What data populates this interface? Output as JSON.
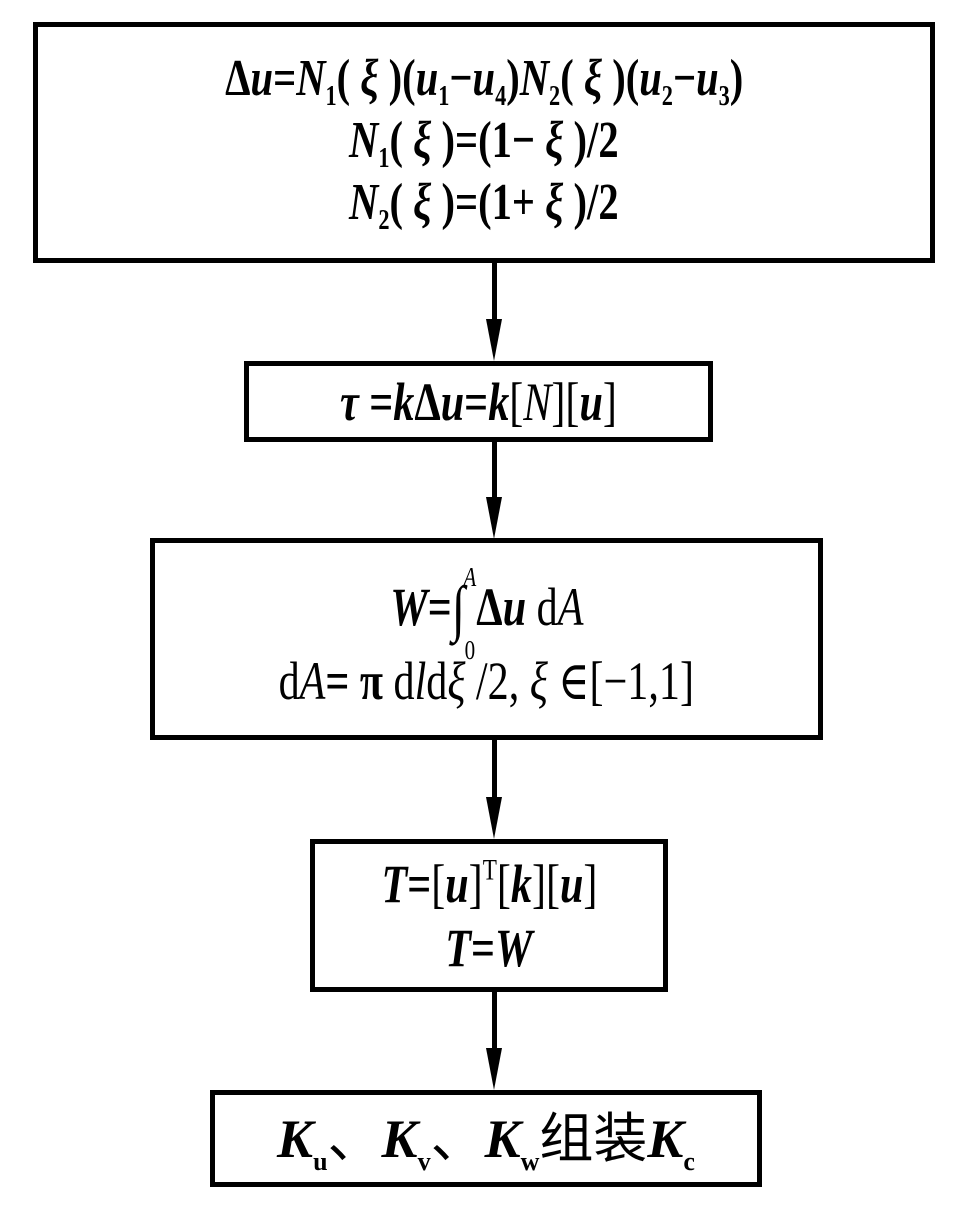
{
  "diagram": {
    "type": "flowchart",
    "direction": "top-to-bottom",
    "nodes": [
      {
        "id": "shape-functions",
        "lines": [
          "Δu=N₁(ξ)(u₁−u₄)N₂(ξ)(u₂−u₃)",
          "N₁(ξ)=(1−ξ)/2",
          "N₂(ξ)=(1+ξ)/2"
        ]
      },
      {
        "id": "shear-stress",
        "lines": [
          "τ=kΔu=k[N][u]"
        ]
      },
      {
        "id": "work",
        "lines": [
          "W=∫₀ᴬΔu dA",
          "dA=π dl dξ/2, ξ∈[−1,1]"
        ]
      },
      {
        "id": "energy",
        "lines": [
          "T=[u]ᵀ[k][u]",
          "T=W"
        ]
      },
      {
        "id": "assembly",
        "lines": [
          "Ku、Kv、Kw组装Kc"
        ]
      }
    ],
    "edges": [
      {
        "from": "shape-functions",
        "to": "shear-stress"
      },
      {
        "from": "shear-stress",
        "to": "work"
      },
      {
        "from": "work",
        "to": "energy"
      },
      {
        "from": "energy",
        "to": "assembly"
      }
    ]
  },
  "t": {
    "delta": "Δ",
    "u": "u",
    "eq": "=",
    "N": "N",
    "one": "1",
    "two": "2",
    "three": "3",
    "four": "4",
    "xi": "ξ",
    "lp": "(",
    "rp": ")",
    "minus": "−",
    "plus": "+",
    "half": "/2",
    "tau": "τ",
    "k": "k",
    "lb": "[",
    "rb": "]",
    "W": "W",
    "int": "∫",
    "zero": "0",
    "A": "A",
    "d": "d",
    "pi": "π",
    "l": "l",
    "in": "∈",
    "interval": "[−1,1]",
    "comma": ",",
    "T": "T",
    "Tsup": "T",
    "K": "K",
    "sub_u": "u",
    "sub_v": "v",
    "sub_w": "w",
    "sub_c": "c",
    "dun": "、",
    "assemble": "组装"
  }
}
